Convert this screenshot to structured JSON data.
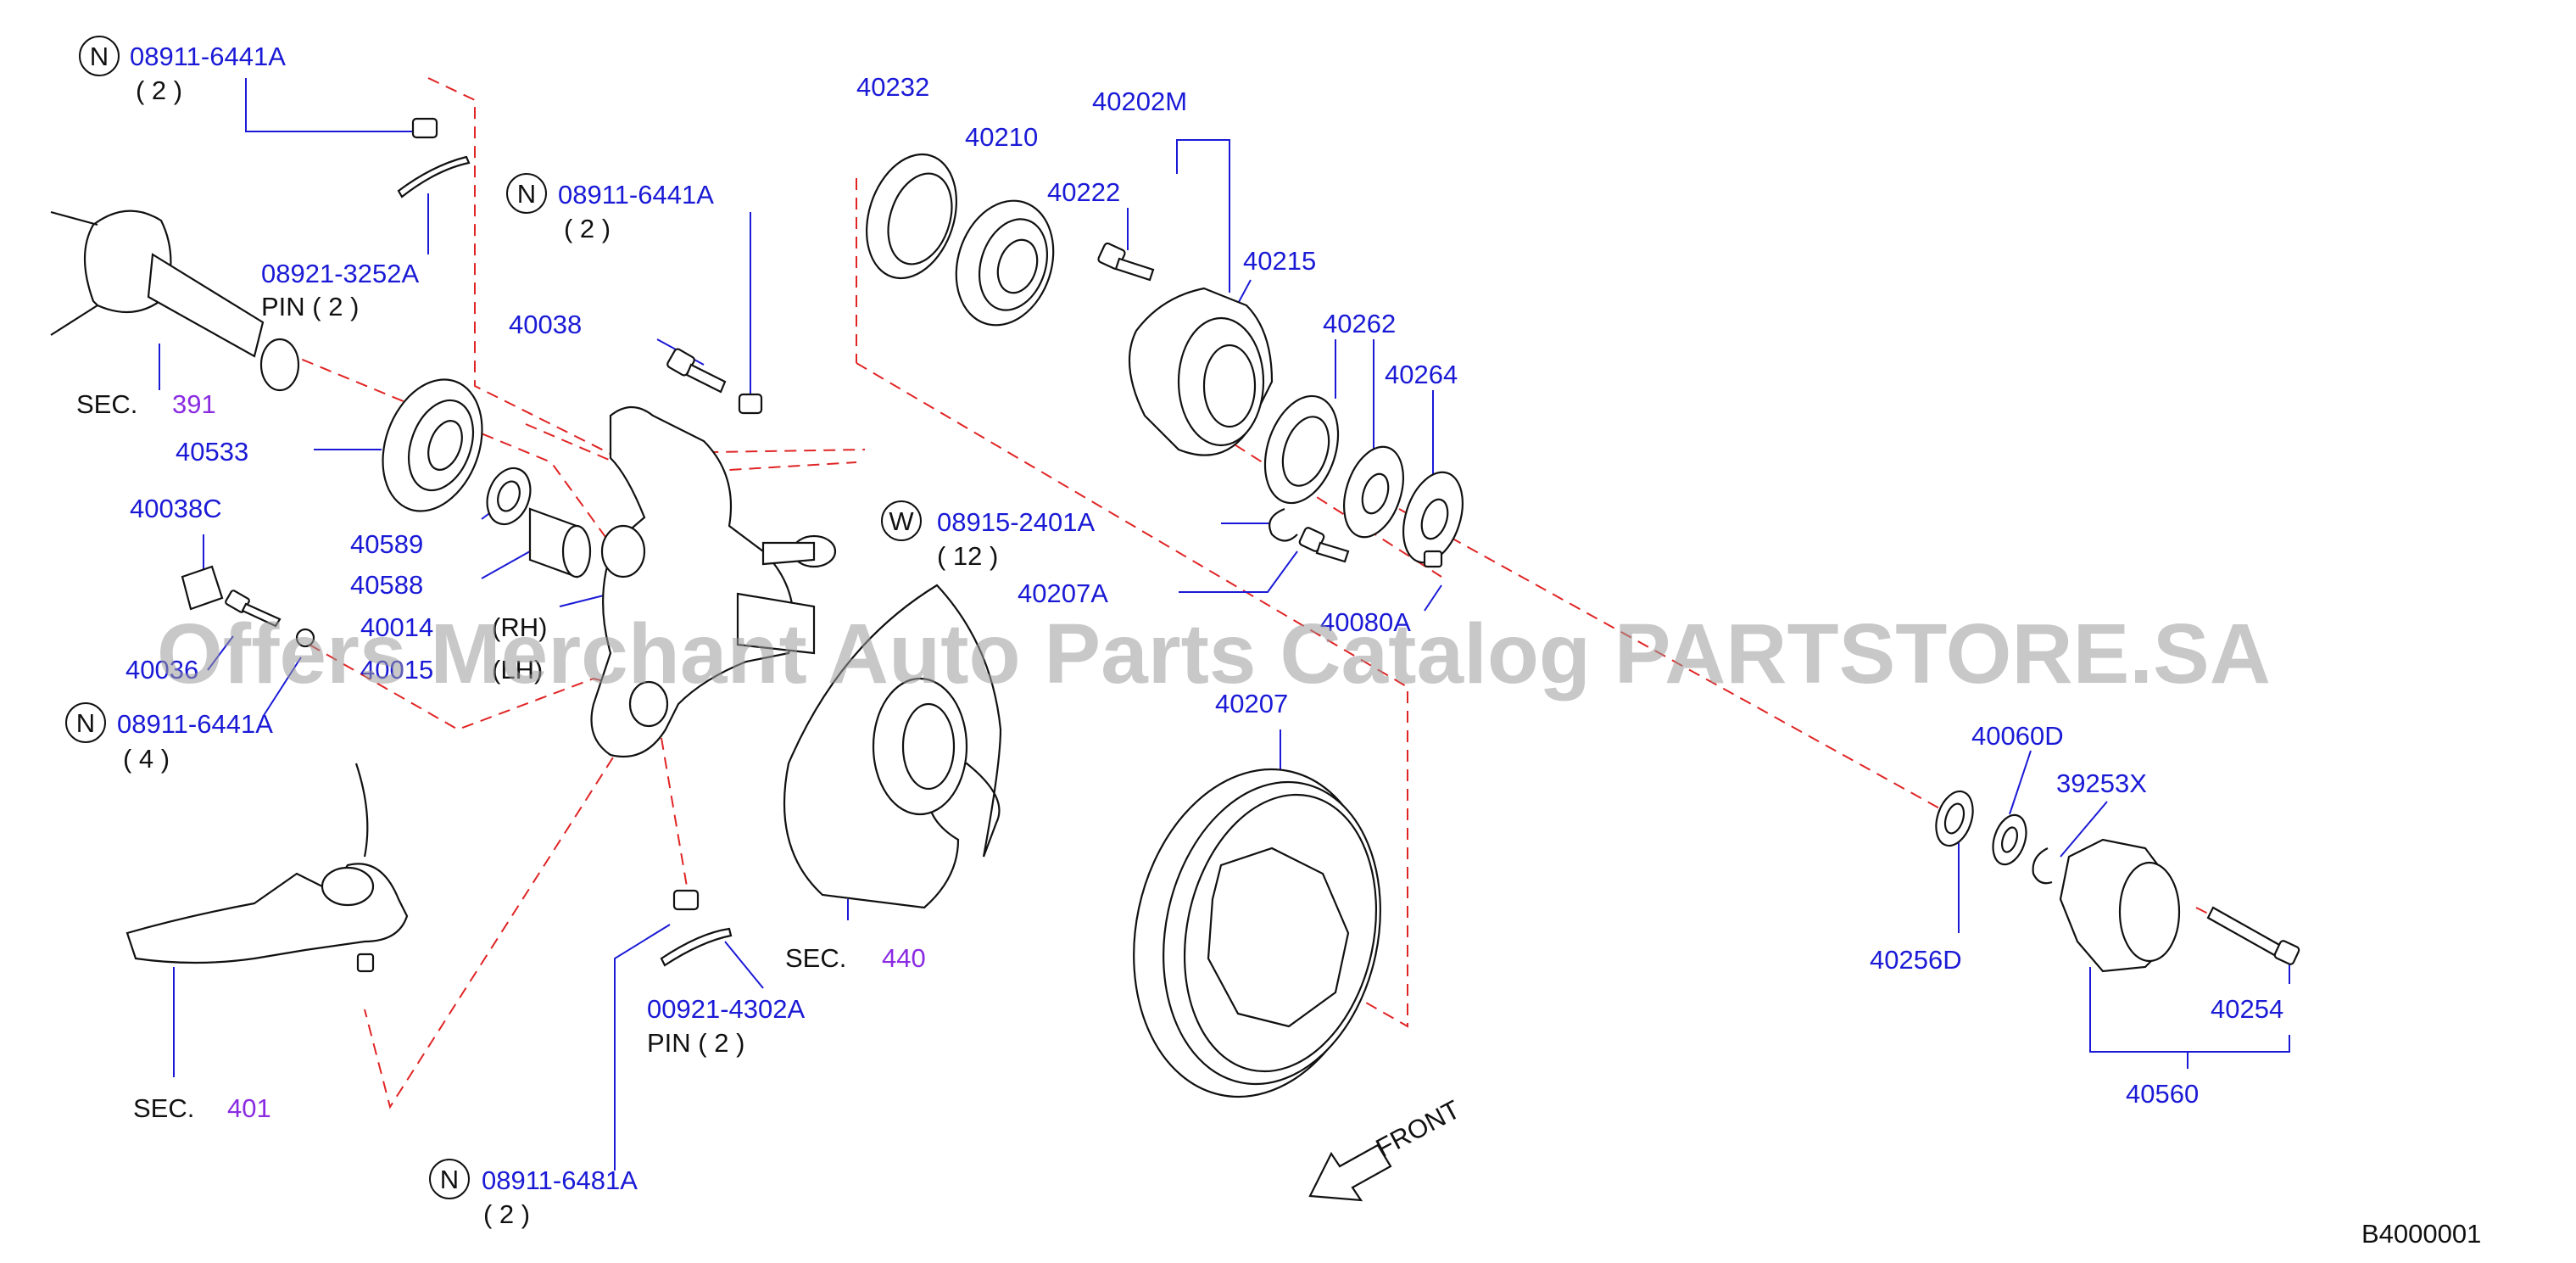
{
  "callouts": {
    "n1_code": "08911-6441A",
    "n1_qty": "( 2 )",
    "n2_code": "08911-6441A",
    "n2_qty": "( 2 )",
    "n3_code": "08911-6441A",
    "n3_qty": "( 4 )",
    "n4_code": "08911-6481A",
    "n4_qty": "( 2 )",
    "w1_code": "08915-2401A",
    "w1_qty": "( 12 )",
    "pin1_code": "08921-3252A",
    "pin1_label": "PIN ( 2 )",
    "pin2_code": "00921-4302A",
    "pin2_label": "PIN ( 2 )",
    "badge_n": "N",
    "badge_w": "W"
  },
  "parts": {
    "p40232": "40232",
    "p40210": "40210",
    "p40202M": "40202M",
    "p40222": "40222",
    "p40215": "40215",
    "p40262": "40262",
    "p40264": "40264",
    "p40038": "40038",
    "p40533": "40533",
    "p40038C": "40038C",
    "p40589": "40589",
    "p40588": "40588",
    "p40014": "40014",
    "p40014_side": "(RH)",
    "p40015": "40015",
    "p40015_side": "(LH)",
    "p40036": "40036",
    "p40207A": "40207A",
    "p40080": "40080A",
    "p40207": "40207",
    "p40060D": "40060D",
    "p39253X": "39253X",
    "p40256D": "40256D",
    "p40254": "40254",
    "p40560": "40560"
  },
  "sections": {
    "sec_label": "SEC.",
    "s391": "391",
    "s440": "440",
    "s401": "401"
  },
  "front_label": "FRONT",
  "watermark": "Offers Merchant Auto Parts Catalog PARTSTORE.SA",
  "diagram_id": "B4000001",
  "colors": {
    "part_number": "#1a1ad6",
    "section_ref": "#8a2be2",
    "dashed_guide": "#e02424",
    "outline": "#111111"
  }
}
